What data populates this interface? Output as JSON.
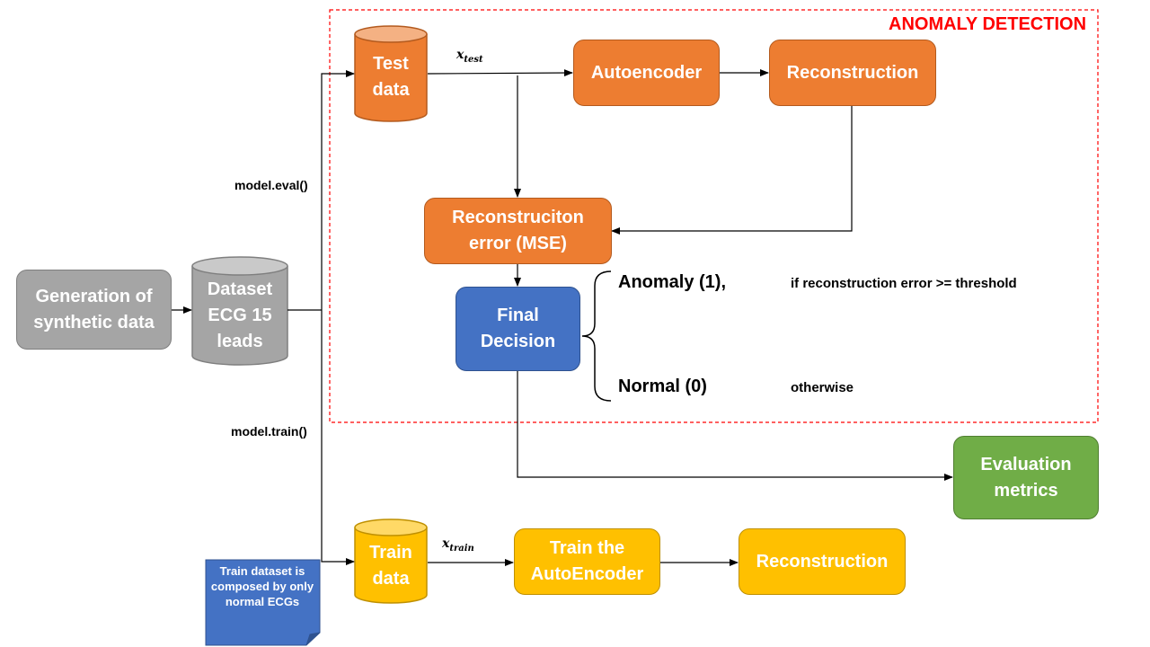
{
  "region": {
    "title": "ANOMALY DETECTION"
  },
  "nodes": {
    "generation": {
      "line1": "Generation of",
      "line2": "synthetic data"
    },
    "dataset": {
      "line1": "Dataset",
      "line2": "ECG 15",
      "line3": "leads"
    },
    "test_data": {
      "line1": "Test",
      "line2": "data"
    },
    "autoencoder": {
      "label": "Autoencoder"
    },
    "reconstruction_top": {
      "label": "Reconstruction"
    },
    "recon_error": {
      "line1": "Reconstruciton",
      "line2": "error (MSE)"
    },
    "final_decision": {
      "line1": "Final",
      "line2": "Decision"
    },
    "evaluation": {
      "line1": "Evaluation",
      "line2": "metrics"
    },
    "train_data": {
      "line1": "Train",
      "line2": "data"
    },
    "train_ae": {
      "line1": "Train the",
      "line2": "AutoEncoder"
    },
    "reconstruction_bottom": {
      "label": "Reconstruction"
    },
    "note": {
      "text": "Train dataset is composed by only normal ECGs"
    }
  },
  "labels": {
    "model_eval": "model.eval()",
    "model_train": "model.train()",
    "x_test": {
      "base": "x",
      "sub": "test"
    },
    "x_train": {
      "base": "x",
      "sub": "train"
    }
  },
  "decision_cases": {
    "anomaly": {
      "label": "Anomaly (1),",
      "condition": "if reconstruction error >= threshold"
    },
    "normal": {
      "label": "Normal (0)",
      "condition": "otherwise"
    }
  },
  "colors": {
    "orange": "#ed7d31",
    "gray": "#a5a5a5",
    "blue": "#4472c4",
    "green": "#70ad47",
    "gold": "#ffc000",
    "region_border": "#ff0000"
  }
}
